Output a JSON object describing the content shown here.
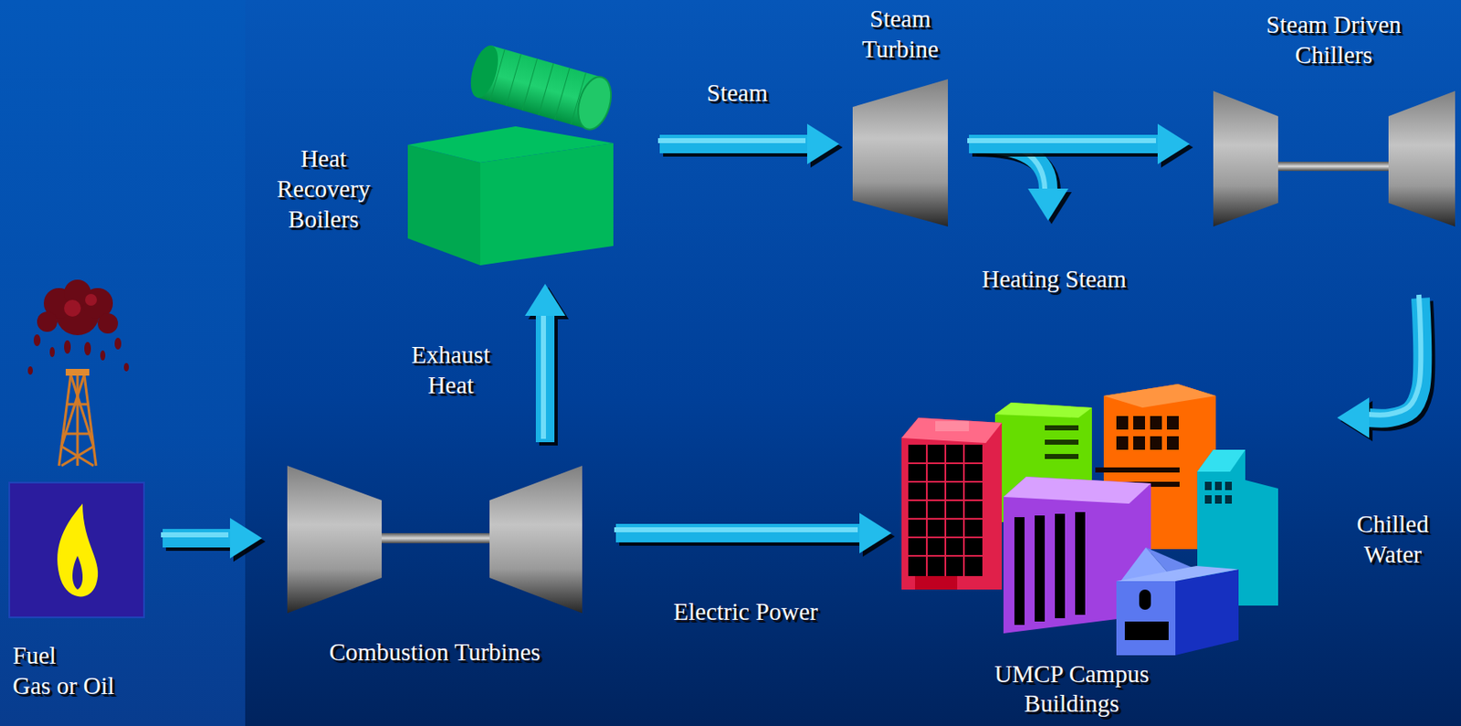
{
  "diagram": {
    "nodes": [
      {
        "text": [
          "Fuel",
          "Gas or Oil"
        ]
      },
      {
        "text": [
          "Combustion Turbines"
        ]
      },
      {
        "text": [
          "Heat Recovery Boilers"
        ]
      },
      {
        "text": [
          "Steam Turbine"
        ]
      },
      {
        "text": [
          "Steam Driven Chillers"
        ]
      },
      {
        "text": [
          "UMCP Campus Buildings"
        ]
      }
    ],
    "edges": [
      {
        "from": 0,
        "to": 1,
        "arrow": "to"
      },
      {
        "from": 1,
        "to": 2,
        "label": "Exhaust Heat",
        "arrow": "to"
      },
      {
        "from": 2,
        "to": 3,
        "label": "Steam",
        "arrow": "to"
      },
      {
        "from": 3,
        "to": 4,
        "arrow": "to"
      },
      {
        "from": 4,
        "to": 5,
        "label": "Chilled Water",
        "arrow": "to"
      },
      {
        "from": 1,
        "to": 5,
        "label": "Electric Power",
        "arrow": "to"
      }
    ],
    "labels": [
      "Heating Steam"
    ]
  }
}
